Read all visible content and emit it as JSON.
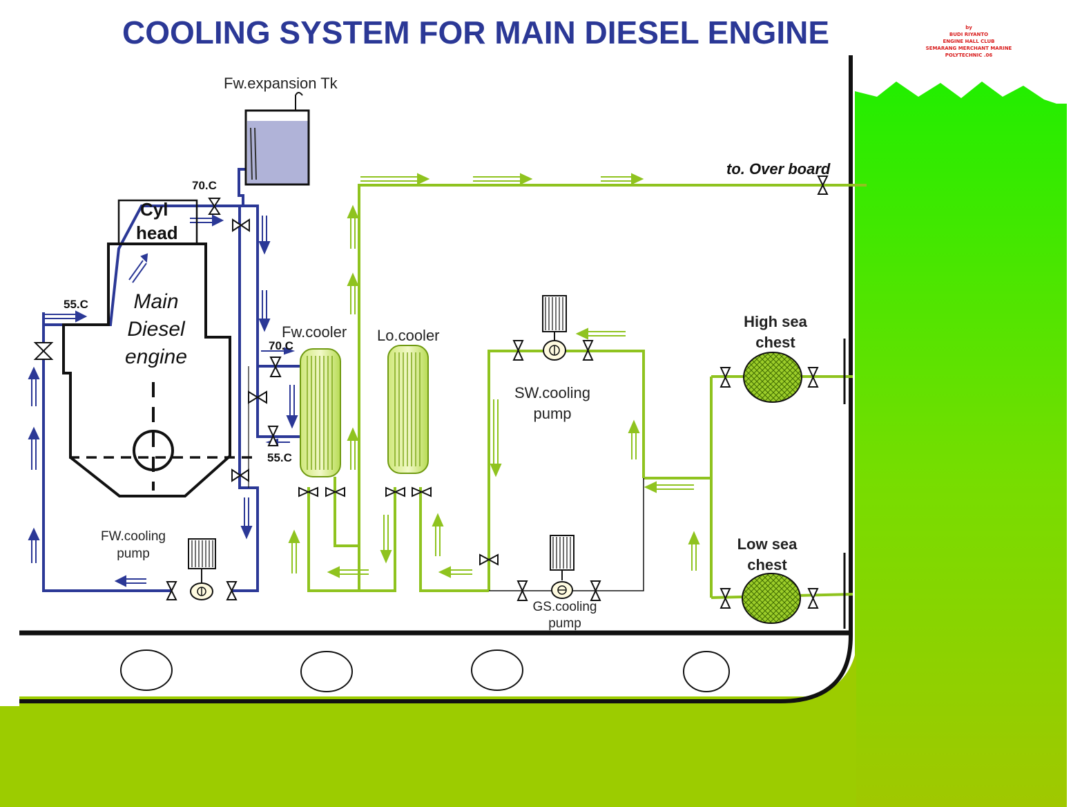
{
  "title": "COOLING SYSTEM FOR MAIN DIESEL ENGINE",
  "credit": [
    "by",
    "BUDI RIYANTO",
    "ENGINE HALL CLUB",
    "SEMARANG MERCHANT MARINE",
    "POLYTECHNIC .06"
  ],
  "labels": {
    "expansion_tank": "Fw.expansion Tk",
    "cyl_head_1": "Cyl",
    "cyl_head_2": "head",
    "engine_1": "Main",
    "engine_2": "Diesel",
    "engine_3": "engine",
    "fw_cooler": "Fw.cooler",
    "lo_cooler": "Lo.cooler",
    "sw_pump_1": "SW.cooling",
    "sw_pump_2": "pump",
    "gs_pump_1": "GS.cooling",
    "gs_pump_2": "pump",
    "fw_pump_1": "FW.cooling",
    "fw_pump_2": "pump",
    "high_sea_1": "High sea",
    "high_sea_2": "chest",
    "low_sea_1": "Low sea",
    "low_sea_2": "chest",
    "overboard": "to. Over board"
  },
  "temps": {
    "t_top": "70.C",
    "t_left": "55.C",
    "t_cooler_in": "70.C",
    "t_cooler_out": "55.C"
  },
  "colors": {
    "fresh_water": "#2b3896",
    "sea_water": "#8fc31f",
    "sea": "#5ce000",
    "title": "#2b3896",
    "credit": "#d81b1b"
  }
}
